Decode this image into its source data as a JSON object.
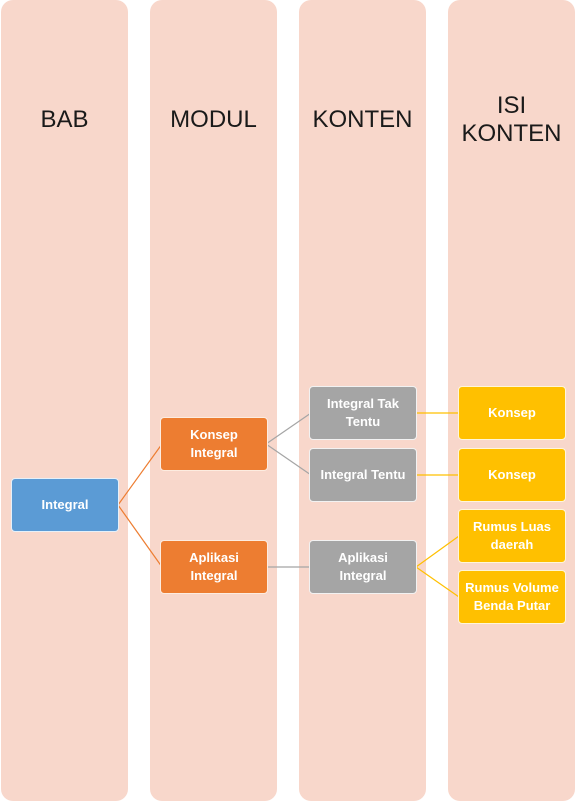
{
  "columns": [
    {
      "label": "BAB"
    },
    {
      "label": "MODUL"
    },
    {
      "label": "KONTEN"
    },
    {
      "label": "ISI\nKONTEN"
    }
  ],
  "nodes": {
    "bab": {
      "label": "Integral"
    },
    "modul_konsep": {
      "label": "Konsep\nIntegral"
    },
    "modul_aplikasi": {
      "label": "Aplikasi\nIntegral"
    },
    "konten_tak_tentu": {
      "label": "Integral Tak\nTentu"
    },
    "konten_tentu": {
      "label": "Integral Tentu"
    },
    "konten_aplikasi": {
      "label": "Aplikasi\nIntegral"
    },
    "isi_konsep_1": {
      "label": "Konsep"
    },
    "isi_konsep_2": {
      "label": "Konsep"
    },
    "isi_rumus_luas": {
      "label": "Rumus Luas\ndaerah"
    },
    "isi_rumus_volume": {
      "label": "Rumus Volume\nBenda Putar"
    }
  },
  "colors": {
    "column_bg": "#f8d7cb",
    "bab": "#5b9bd5",
    "modul": "#ed7d31",
    "konten": "#a5a5a5",
    "isi": "#ffc000",
    "connector_orange": "#ed7d31",
    "connector_gray": "#a5a5a5",
    "connector_gold": "#ffc000"
  }
}
